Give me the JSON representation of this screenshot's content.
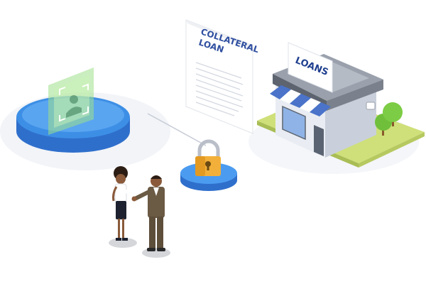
{
  "document": {
    "title_line1": "COLLATERAL",
    "title_line2": "LOAN"
  },
  "shop": {
    "sign": "LOANS"
  },
  "colors": {
    "platform_blue": "#3d8fe6",
    "platform_light": "#9fd0ff",
    "lock_gold": "#f2b03a",
    "shop_wall": "#d7dce6",
    "awning_blue": "#4a73c9",
    "grass": "#cfe07a",
    "tree_green": "#6fbf3b",
    "suit_brown": "#6b5a44"
  },
  "icons": {
    "id_screen": "user-id-icon",
    "lock": "padlock-icon"
  }
}
